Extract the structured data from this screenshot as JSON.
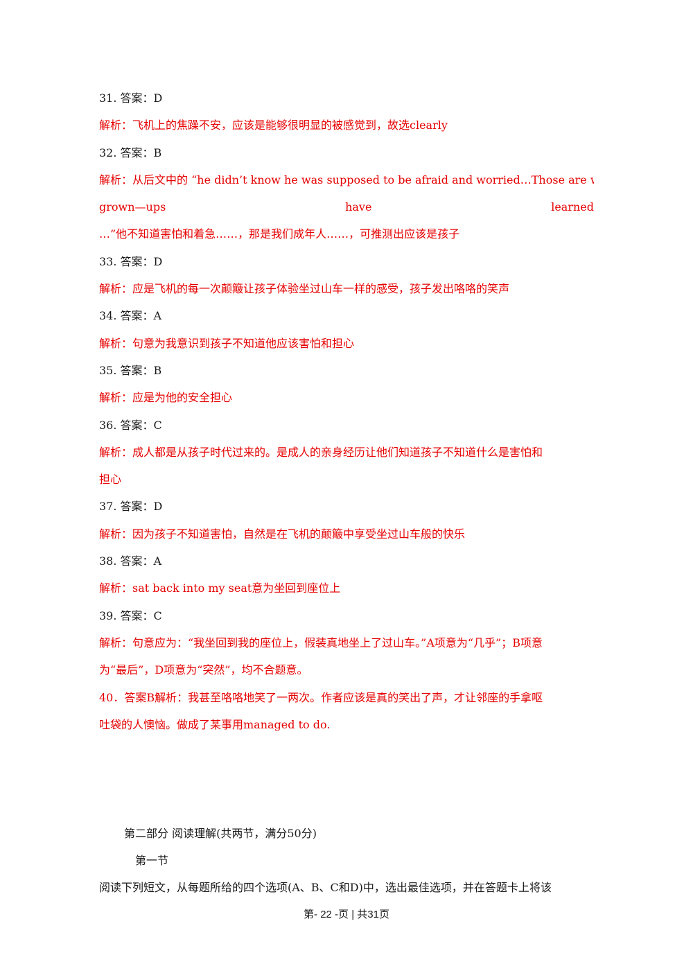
{
  "answers": [
    {
      "q": "31. 答案：D",
      "a": "解析：飞机上的焦躁不安，应该是能够很明显的被感觉到，故选clearly"
    },
    {
      "q": "32. 答案：B",
      "a1_parts": [
        "解析：从后文中的 “he didn’t know he was supposed to be afraid and worried…Those are what we"
      ],
      "a2_parts": [
        "grown—ups",
        "have",
        "learned"
      ],
      "a3": "…”他不知道害怕和着急……，那是我们成年人……，可推测出应该是孩子"
    },
    {
      "q": "33. 答案：D",
      "a": "解析：应是飞机的每一次颠簸让孩子体验坐过山车一样的感受，孩子发出咯咯的笑声"
    },
    {
      "q": "34. 答案：A",
      "a": "解析：句意为我意识到孩子不知道他应该害怕和担心"
    },
    {
      "q": "35. 答案：B",
      "a": "解析：应是为他的安全担心"
    },
    {
      "q": "36. 答案：C",
      "a": "解析：成人都是从孩子时代过来的。是成人的亲身经历让他们知道孩子不知道什么是害怕和",
      "a_cont": "担心"
    },
    {
      "q": "37. 答案：D",
      "a": "解析：因为孩子不知道害怕，自然是在飞机的颠簸中享受坐过山车般的快乐"
    },
    {
      "q": "38. 答案：A",
      "a": "解析：sat back into my seat意为坐回到座位上"
    },
    {
      "q": "39. 答案：C",
      "a": "解析：句意应为：“我坐回到我的座位上，假装真地坐上了过山车。”A项意为“几乎”；B项意",
      "a_cont": "为“最后”，D项意为“突然”，均不合题意。"
    },
    {
      "q40_line1": "40．答案B解析：我甚至咯咯地笑了一两次。作者应该是真的笑出了声，才让邻座的手拿呕",
      "q40_line2": "吐袋的人懊恼。做成了某事用managed to do."
    }
  ],
  "section2": {
    "title": "第二部分  阅读理解(共两节，满分50分)",
    "subtitle": "第一节",
    "body": "阅读下列短文，从每题所给的四个选项(A、B、C和D)中，选出最佳选项，并在答题卡上将该"
  },
  "footer": {
    "text": "第- 22 -页 | 共31页"
  },
  "colors": {
    "answer_red": "#e60000",
    "text_black": "#1a1a1a"
  }
}
